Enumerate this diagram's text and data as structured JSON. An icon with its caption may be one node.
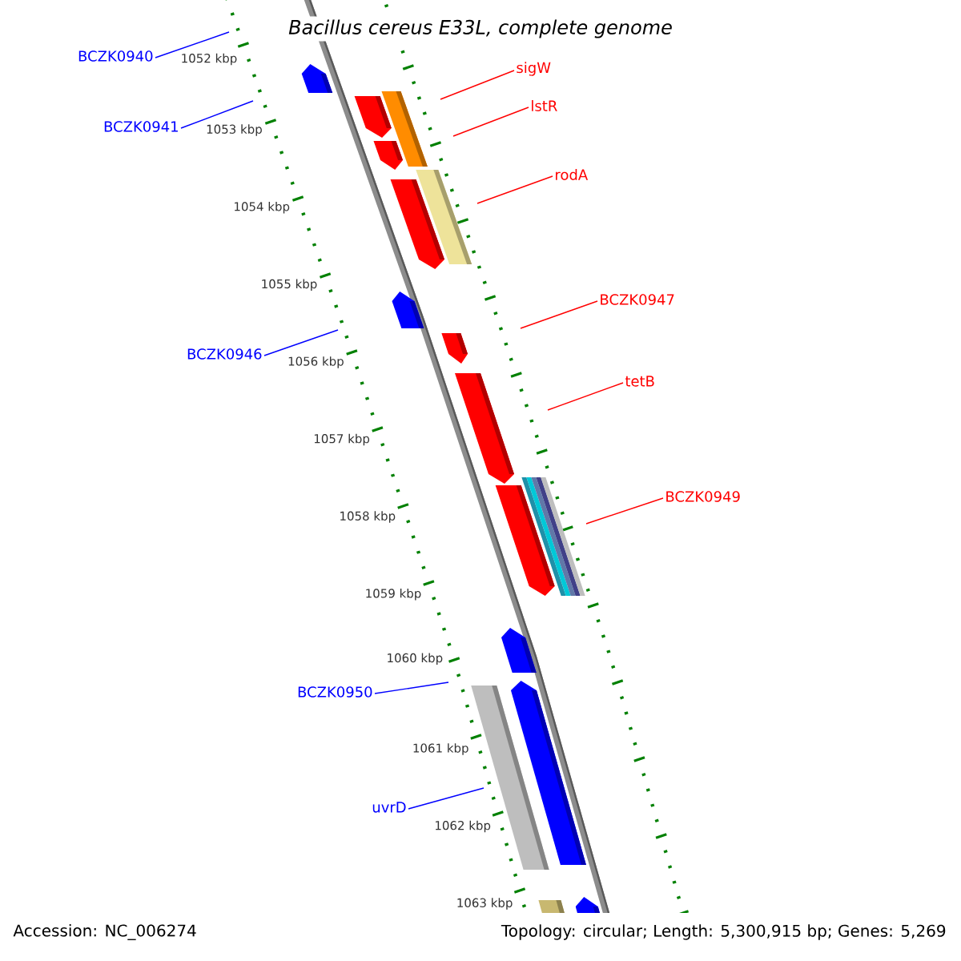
{
  "diagram": {
    "title": "Bacillus cereus E33L, complete genome",
    "nodes": [
      {
        "text": [
          "BCZK0940"
        ]
      },
      {
        "text": [
          "sigW"
        ]
      },
      {
        "text": [
          "lstR"
        ]
      },
      {
        "text": [
          "BCZK0941"
        ]
      },
      {
        "text": [
          "rodA"
        ]
      },
      {
        "text": [
          "BCZK0947"
        ]
      },
      {
        "text": [
          "BCZK0946"
        ]
      },
      {
        "text": [
          "tetB"
        ]
      },
      {
        "text": [
          "BCZK0949"
        ]
      },
      {
        "text": [
          "BCZK0950"
        ]
      },
      {
        "text": [
          "uvrD"
        ]
      }
    ],
    "edges": [
      {
        "from": 0,
        "to": null,
        "arrow": "none",
        "color": "#0000ff"
      },
      {
        "from": 1,
        "to": null,
        "arrow": "none"
      },
      {
        "from": 2,
        "to": null,
        "arrow": "none"
      },
      {
        "from": 3,
        "to": null,
        "arrow": "none",
        "color": "#0000ff"
      },
      {
        "from": 4,
        "to": null,
        "arrow": "none"
      },
      {
        "from": 5,
        "to": null,
        "arrow": "none"
      },
      {
        "from": 6,
        "to": null,
        "arrow": "none",
        "color": "#0000ff"
      },
      {
        "from": 7,
        "to": null,
        "arrow": "none"
      },
      {
        "from": 8,
        "to": null,
        "arrow": "none"
      },
      {
        "from": 9,
        "to": null,
        "arrow": "none",
        "color": "#0000ff"
      },
      {
        "from": 10,
        "to": null,
        "arrow": "none",
        "color": "#0000ff"
      }
    ],
    "labels": [
      "1052 kbp",
      "1053 kbp",
      "1054 kbp",
      "1055 kbp",
      "1056 kbp",
      "1057 kbp",
      "1058 kbp",
      "1059 kbp",
      "1060 kbp",
      "1061 kbp",
      "1062 kbp",
      "1063 kbp",
      "Accession: NC_006274",
      "Topology: circular; Length: 5,300,915 bp; Genes: 5,269"
    ]
  }
}
